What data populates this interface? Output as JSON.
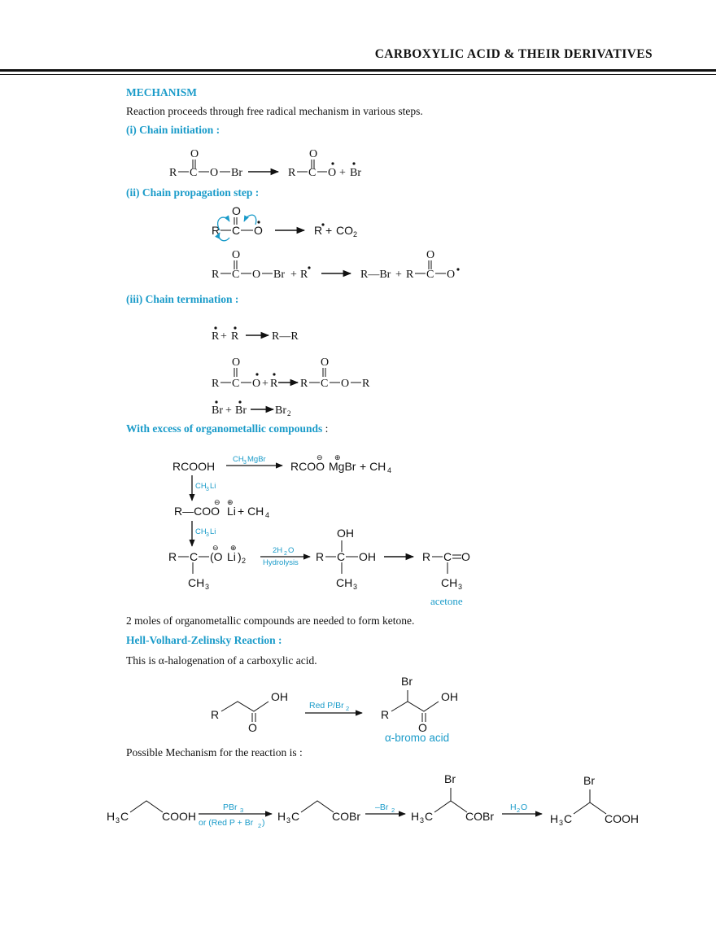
{
  "header": {
    "title": "CARBOXYLIC ACID & THEIR DERIVATIVES"
  },
  "sections": {
    "mechanism": "MECHANISM",
    "intro": "Reaction proceeds through free radical mechanism in various steps.",
    "initiation": "(i) Chain initiation :",
    "propagation": "(ii) Chain propagation step :",
    "termination": "(iii) Chain termination :",
    "organometallic": "With excess of organometallic compounds",
    "organometallic_colon": " :",
    "moles_note": "2 moles of organometallic compounds are needed to form ketone.",
    "hvz": "Hell-Volhard-Zelinsky Reaction :",
    "hvz_intro": "This is α-halogenation of a carboxylic acid.",
    "possible_mechanism": "Possible Mechanism for the reaction is :"
  },
  "labels": {
    "r": "R",
    "c": "C",
    "o": "O",
    "br": "Br",
    "oh": "OH",
    "plus": "+",
    "co2": "CO",
    "sub2": "2",
    "sub3": "3",
    "sub4": "4",
    "rr": "R—R",
    "rbr": "R—Br",
    "rcooh": "RCOOH",
    "ch3mgbr": "CH",
    "mgbr_suffix": "MgBr",
    "rcoo": "RCOO",
    "mgbr": "MgBr",
    "plus_ch": "+ CH",
    "ch3li": "CH",
    "li_suffix": "Li",
    "li": "Li",
    "rcoo_dash": "R—COO",
    "ch": "CH",
    "paren_o": "(O",
    "close_paren": ")",
    "two_h": "2H",
    "h2o_o": "O",
    "hydrolysis": "Hydrolysis",
    "acetone": "acetone",
    "red_p": "Red P/Br",
    "alpha_bromo": "α-bromo acid",
    "h3c": "H",
    "cooh": "COOH",
    "cobr": "COBr",
    "pbr": "PBr",
    "or_red_p": "or (Red P + Br",
    "or_close": ")",
    "minus_br": "–Br",
    "water_h": "H",
    "water_o": "O",
    "minus": "⊖",
    "plus_charge": "⊕",
    "dot": "•"
  }
}
